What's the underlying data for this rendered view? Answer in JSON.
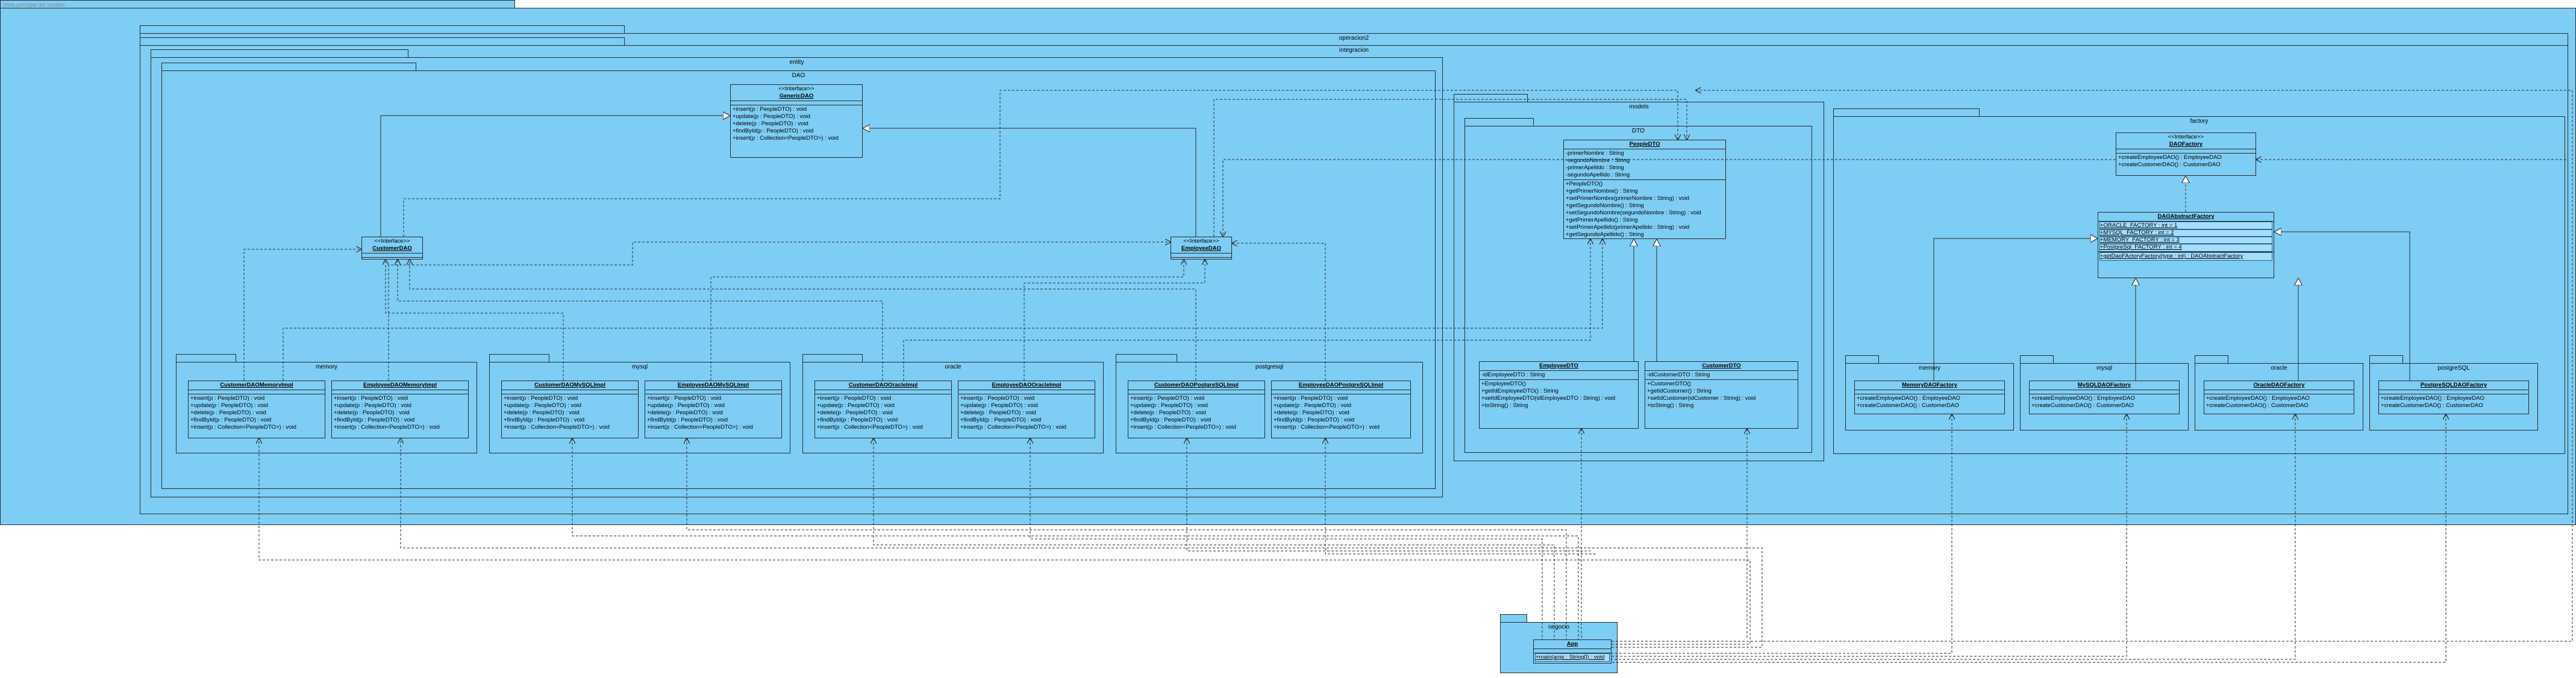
{
  "packages": {
    "top": "Vista principal del modelo",
    "operacion2": "operacion2",
    "integracion": "integracion",
    "entity": "entity",
    "dao": "DAO",
    "memory": "memory",
    "mysql": "mysql",
    "oracle": "oracle",
    "postgresql": "postgresql",
    "models": "models",
    "dto": "DTO",
    "factory": "factory",
    "f_memory": "memory",
    "f_mysql": "mysql",
    "f_oracle": "oracle",
    "f_postgre": "postgreSQL",
    "negocio": "negocio"
  },
  "classes": {
    "genericdao": {
      "stereotype": "<<Interface>>",
      "name": "GenericDAO",
      "ops": [
        "+insert(p : PeopleDTO) : void",
        "+update(p : PeopleDTO) : void",
        "+delete(p : PeopleDTO) : void",
        "+findById(p : PeopleDTO) : void",
        "+insert(p : Collection<PeopleDTO>) : void"
      ]
    },
    "customerdao": {
      "stereotype": "<<Interface>>",
      "name": "CustomerDAO"
    },
    "employeedao": {
      "stereotype": "<<Interface>>",
      "name": "EmployeeDAO"
    },
    "customermem": {
      "name": "CustomerDAOMemoryImpl",
      "ops": [
        "+insert(p : PeopleDTO) : void",
        "+update(p : PeopleDTO) : void",
        "+delete(p : PeopleDTO) : void",
        "+findById(p : PeopleDTO) : void",
        "+insert(p : Collection<PeopleDTO>) : void"
      ]
    },
    "employeemem": {
      "name": "EmployeeDAOMemoryImpl",
      "ops": [
        "+insert(p : PeopleDTO) : void",
        "+update(p : PeopleDTO) : void",
        "+delete(p : PeopleDTO) : void",
        "+findById(p : PeopleDTO) : void",
        "+insert(p : Collection<PeopleDTO>) : void"
      ]
    },
    "customermysql": {
      "name": "CustomerDAOMySQLImpl",
      "ops": [
        "+insert(p : PeopleDTO) : void",
        "+update(p : PeopleDTO) : void",
        "+delete(p : PeopleDTO) : void",
        "+findById(p : PeopleDTO) : void",
        "+insert(p : Collection<PeopleDTO>) : void"
      ]
    },
    "employeemysql": {
      "name": "EmployeeDAOMySQLImpl",
      "ops": [
        "+insert(p : PeopleDTO) : void",
        "+update(p : PeopleDTO) : void",
        "+delete(p : PeopleDTO) : void",
        "+findById(p : PeopleDTO) : void",
        "+insert(p : Collection<PeopleDTO>) : void"
      ]
    },
    "customeroracle": {
      "name": "CustomerDAOOracleImpl",
      "ops": [
        "+insert(p : PeopleDTO) : void",
        "+update(p : PeopleDTO) : void",
        "+delete(p : PeopleDTO) : void",
        "+findById(p : PeopleDTO) : void",
        "+insert(p : Collection<PeopleDTO>) : void"
      ]
    },
    "employeeoracle": {
      "name": "EmployeeDAOOracleImpl",
      "ops": [
        "+insert(p : PeopleDTO) : void",
        "+update(p : PeopleDTO) : void",
        "+delete(p : PeopleDTO) : void",
        "+findById(p : PeopleDTO) : void",
        "+insert(p : Collection<PeopleDTO>) : void"
      ]
    },
    "customerpg": {
      "name": "CustomerDAOPostgreSQLImpl",
      "ops": [
        "+insert(p : PeopleDTO) : void",
        "+update(p : PeopleDTO) : void",
        "+delete(p : PeopleDTO) : void",
        "+findById(p : PeopleDTO) : void",
        "+insert(p : Collection<PeopleDTO>) : void"
      ]
    },
    "employeepg": {
      "name": "EmployeeDAOPostgreSQLImpl",
      "ops": [
        "+insert(p : PeopleDTO) : void",
        "+update(p : PeopleDTO) : void",
        "+delete(p : PeopleDTO) : void",
        "+findById(p : PeopleDTO) : void",
        "+insert(p : Collection<PeopleDTO>) : void"
      ]
    },
    "peopledto": {
      "name": "PeopleDTO",
      "attrs": [
        "-primerNombre : String",
        "-segundoNombre : String",
        "-primerApellido : String",
        "-segundoApellido : String"
      ],
      "ops": [
        "+PeopleDTO()",
        "+getPrimerNombre() : String",
        "+setPrimerNombre(primerNombre : String) : void",
        "+getSegundoNombre() : String",
        "+setSegundoNombre(segundoNombre : String) : void",
        "+getPrimerApellido() : String",
        "+setPrimerApellido(primerApellido : String) : void",
        "+getSegundoApellido() : String",
        "+setSegundoApellido(segundoApellido : String) : void",
        "+toString() : String"
      ]
    },
    "employeedto": {
      "name": "EmployeeDTO",
      "attrs": [
        "-idEmployeeDTO : String"
      ],
      "ops": [
        "+EmployeeDTO()",
        "+getIdEmployeeDTO() : String",
        "+setIdEmployeeDTO(idEmployeeDTO : String) : void",
        "+toString() : String"
      ]
    },
    "customerdto": {
      "name": "CustomerDTO",
      "attrs": [
        "-idCustomerDTO : String"
      ],
      "ops": [
        "+CustomerDTO()",
        "+getIdCustomer() : String",
        "+setIdCustomer(idCustomer : String) : void",
        "+toString() : String"
      ]
    },
    "daofactory": {
      "stereotype": "<<Interface>>",
      "name": "DAOFactory",
      "ops": [
        "+createEmployeeDAO() : EmployeeDAO",
        "+createCustomerDAO() : CustomerDAO"
      ]
    },
    "abstractfactory": {
      "name": "DAOAbstractFactory",
      "attrs": [
        "+ORACLE_FACTORY : int = 1",
        "+MYSQL_FACTORY : int = 2",
        "+MEMORY_FACTORY : int = 3",
        "+PostgreSql_FACTORY : int = 4"
      ],
      "ops": [
        "+getDaoFActoryFactory(type : int) : DAOAbstractFactory"
      ]
    },
    "memfactory": {
      "name": "MemoryDAOFactory",
      "ops": [
        "+createEmployeeDAO() : EmployeeDAO",
        "+createCustomerDAO() : CustomerDAO"
      ]
    },
    "mysqlfactory": {
      "name": "MySQLDAOFactory",
      "ops": [
        "+createEmployeeDAO() : EmployeeDAO",
        "+createCustomerDAO() : CustomerDAO"
      ]
    },
    "oraclefactory": {
      "name": "OracleDAOFactory",
      "ops": [
        "+createEmployeeDAO() : EmployeeDAO",
        "+createCustomerDAO() : CustomerDAO"
      ]
    },
    "pgfactory": {
      "name": "PostgreSQLDAOFactory",
      "ops": [
        "+createEmployeeDAO() : EmployeeDAO",
        "+createCustomerDAO() : CustomerDAO"
      ]
    },
    "app": {
      "name": "App",
      "ops": [
        "+main(args : String[]) : void"
      ]
    }
  },
  "colors": {
    "fill": "#7dcdf4",
    "line": "#2b2b2b"
  }
}
